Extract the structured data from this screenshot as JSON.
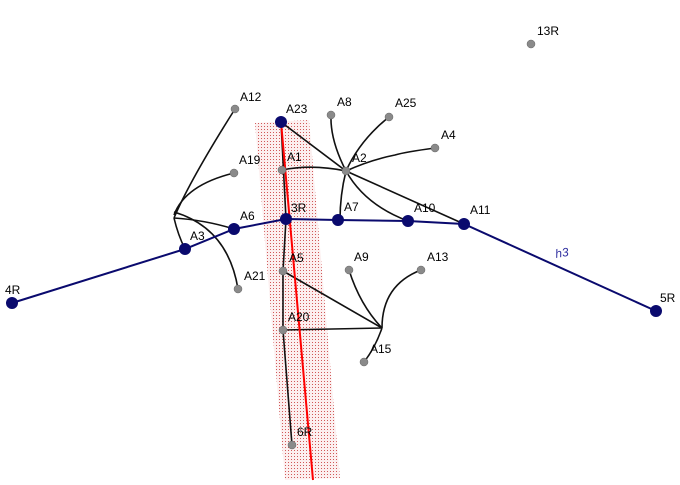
{
  "colors": {
    "route": "#0a0a6e",
    "highlight": "#ff0000",
    "band": "#e8a0a0",
    "node": "#8a8a8a"
  },
  "route_label": "h3",
  "nodes": {
    "n4R": "4R",
    "A3": "A3",
    "A6": "A6",
    "n3R": "3R",
    "A7": "A7",
    "A10": "A10",
    "A11": "A11",
    "n5R": "5R",
    "A23": "A23",
    "n13R": "13R",
    "A12": "A12",
    "A8": "A8",
    "A25": "A25",
    "A4": "A4",
    "A19": "A19",
    "A1": "A1",
    "A2": "A2",
    "A5": "A5",
    "A9": "A9",
    "A13": "A13",
    "A21": "A21",
    "A20": "A20",
    "A15": "A15",
    "n6R": "6R"
  }
}
